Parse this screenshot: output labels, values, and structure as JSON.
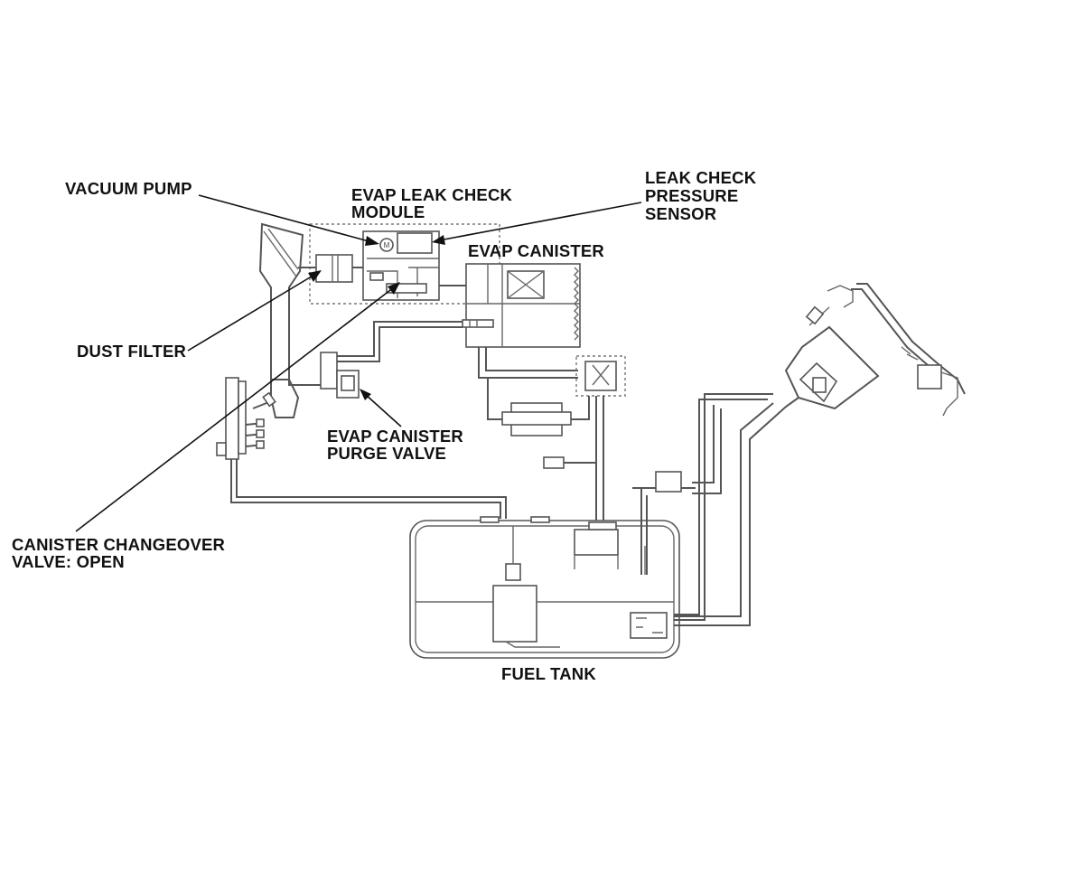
{
  "labels": {
    "vacuum_pump": "VACUUM PUMP",
    "evap_leak_check_module_l1": "EVAP LEAK CHECK",
    "evap_leak_check_module_l2": "MODULE",
    "leak_check_pressure_sensor_l1": "LEAK CHECK",
    "leak_check_pressure_sensor_l2": "PRESSURE",
    "leak_check_pressure_sensor_l3": "SENSOR",
    "evap_canister": "EVAP CANISTER",
    "dust_filter": "DUST FILTER",
    "evap_canister_purge_valve_l1": "EVAP CANISTER",
    "evap_canister_purge_valve_l2": "PURGE VALVE",
    "canister_changeover_valve_l1": "CANISTER CHANGEOVER",
    "canister_changeover_valve_l2": "VALVE: OPEN",
    "fuel_tank": "FUEL TANK"
  },
  "components": {
    "vacuum_pump_symbol": "M"
  }
}
